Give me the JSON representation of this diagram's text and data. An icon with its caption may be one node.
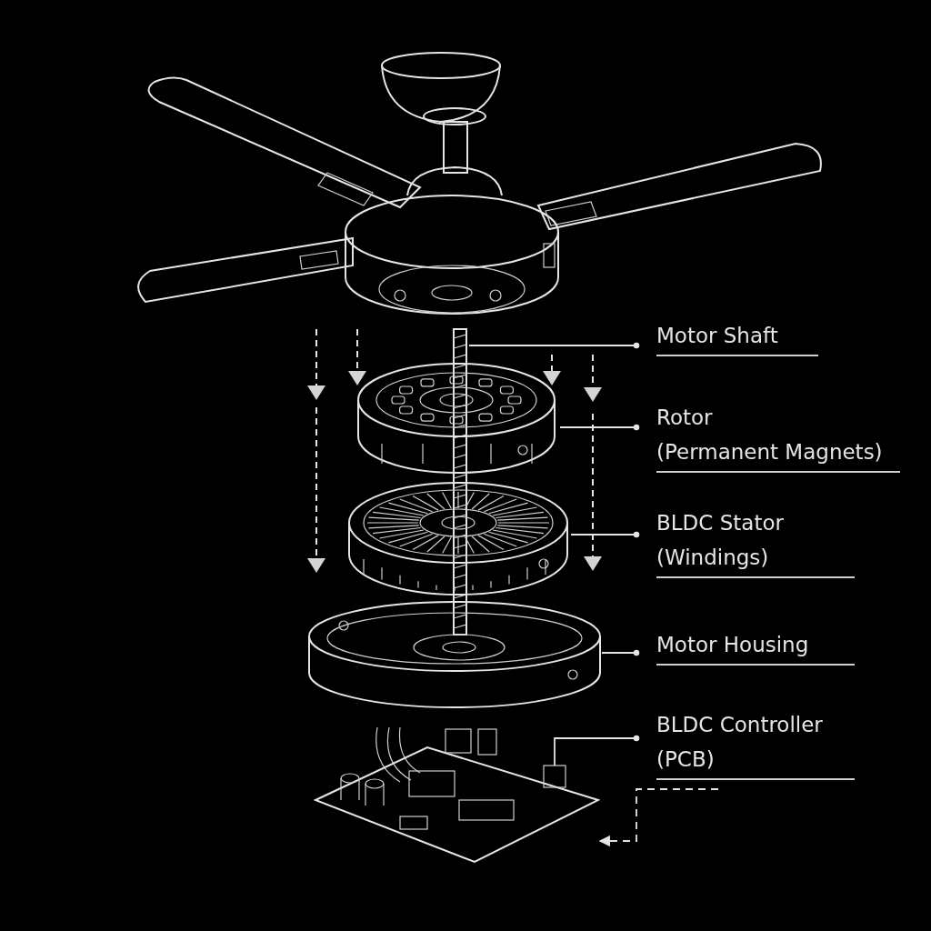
{
  "diagram": {
    "nodes": [
      {
        "text": [
          "Motor Shaft"
        ]
      },
      {
        "text": [
          "Rotor",
          "(Permanent Magnets)"
        ]
      },
      {
        "text": [
          "BLDC Stator",
          "(Windings)"
        ]
      },
      {
        "text": [
          "Motor Housing"
        ]
      },
      {
        "text": [
          "BLDC Controller",
          "(PCB)"
        ]
      },
      {
        "text": [],
        "shape": "picture"
      },
      {
        "text": [],
        "shape": "picture"
      },
      {
        "text": [],
        "shape": "picture"
      },
      {
        "text": [],
        "shape": "picture"
      },
      {
        "text": [],
        "shape": "picture"
      },
      {
        "text": [],
        "shape": "picture"
      }
    ],
    "edges": [
      {
        "from": 0,
        "to": 6,
        "arrow": "other"
      },
      {
        "from": 1,
        "to": 7,
        "arrow": "other"
      },
      {
        "from": 2,
        "to": 8,
        "arrow": "other"
      },
      {
        "from": 3,
        "to": 9,
        "arrow": "other"
      },
      {
        "from": 4,
        "to": 10,
        "arrow": "other"
      },
      {
        "from": 4,
        "to": 10,
        "arrow": "to",
        "style": "dashed"
      }
    ]
  }
}
